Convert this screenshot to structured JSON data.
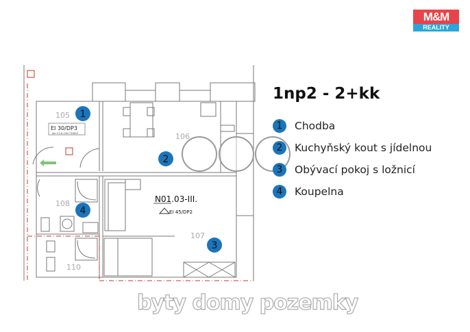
{
  "logo": {
    "top": "M&M",
    "bottom": "REALITY"
  },
  "title": "1np2 - 2+kk",
  "legend": [
    {
      "num": "1",
      "label": "Chodba"
    },
    {
      "num": "2",
      "label": "Kuchyňský kout s jídelnou"
    },
    {
      "num": "3",
      "label": "Obývací pokoj s ložnicí"
    },
    {
      "num": "4",
      "label": "Koupelna"
    }
  ],
  "plan": {
    "rooms": [
      "105",
      "106",
      "107",
      "108",
      "110"
    ],
    "markers": [
      "1",
      "2",
      "3",
      "4"
    ],
    "fire_label": "EI 30/DP3",
    "fire_sub": "dle 5.5.8 ČSN 730810",
    "unit_label": "N01.03-III.",
    "unit_sub": "EI 45/DP2"
  },
  "watermark": "byty domy pozemky",
  "colors": {
    "marker": "#1b75bb",
    "logo_red": "#e8434b",
    "logo_blue": "#2ba6d9",
    "fire_line": "#c0392b",
    "exit_arrow": "#7cc576"
  }
}
